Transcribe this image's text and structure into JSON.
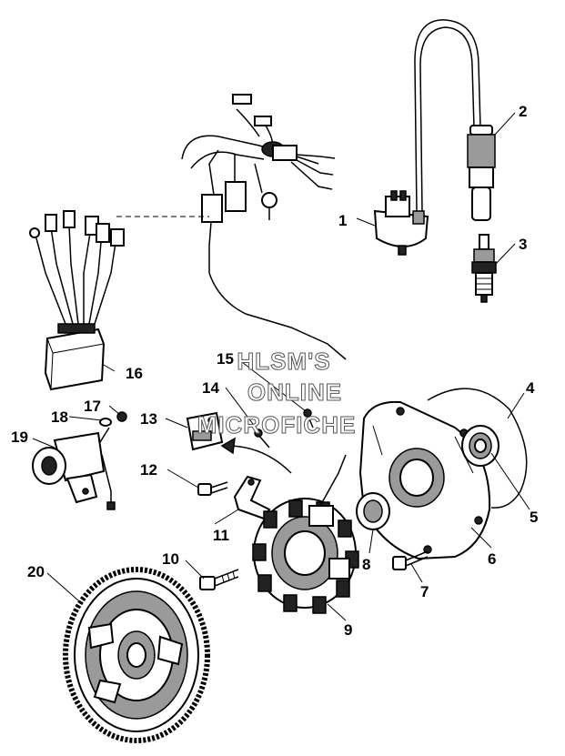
{
  "callouts": {
    "c1": "1",
    "c2": "2",
    "c3": "3",
    "c4": "4",
    "c5": "5",
    "c6": "6",
    "c7": "7",
    "c8": "8",
    "c9": "9",
    "c10": "10",
    "c11": "11",
    "c12": "12",
    "c13": "13",
    "c14": "14",
    "c15": "15",
    "c16": "16",
    "c17": "17",
    "c18": "18",
    "c19": "19",
    "c20": "20"
  },
  "watermark": {
    "line1": "HLSM'S",
    "line2": "ONLINE",
    "line3": "MICROFICHE"
  }
}
